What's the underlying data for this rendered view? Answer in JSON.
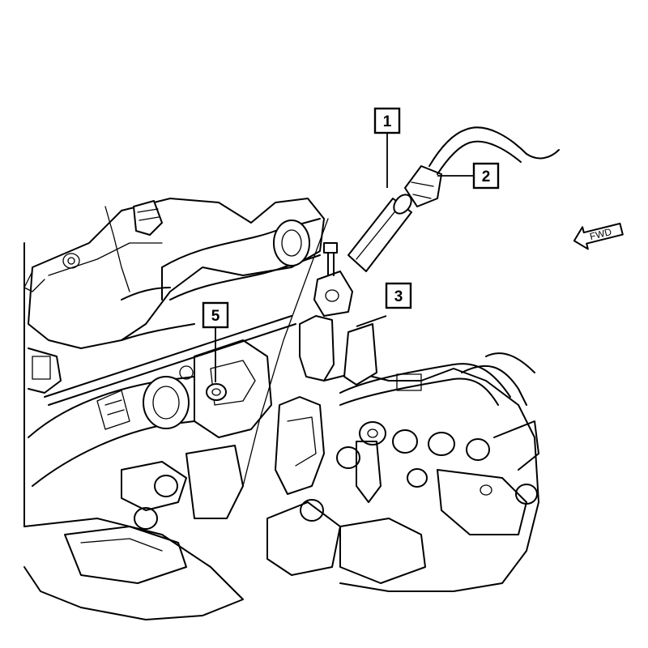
{
  "callouts": [
    {
      "id": "1",
      "label": "1"
    },
    {
      "id": "2",
      "label": "2"
    },
    {
      "id": "3",
      "label": "3"
    },
    {
      "id": "5",
      "label": "5"
    }
  ],
  "direction_indicator": {
    "label": "FWD",
    "icon": "left-arrow-icon"
  },
  "colors": {
    "line": "#000000",
    "background": "#ffffff"
  }
}
